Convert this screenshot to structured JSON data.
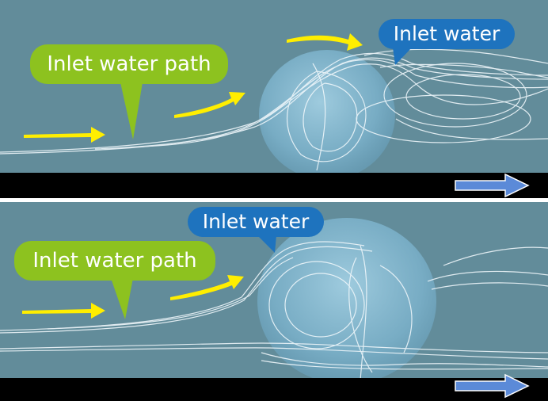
{
  "panels": [
    {
      "path_label": "Inlet water path",
      "water_label": "Inlet water"
    },
    {
      "path_label": "Inlet water path",
      "water_label": "Inlet water"
    }
  ],
  "colors": {
    "background": "#628c9a",
    "path_callout": "#8dc21f",
    "water_callout": "#1e73be",
    "flow_arrow": "#ffee00",
    "ground": "#000000",
    "direction_arrow": "#4f7fd0"
  }
}
